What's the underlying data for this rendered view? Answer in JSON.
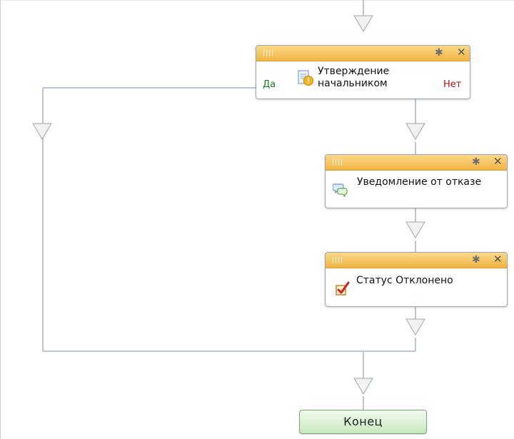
{
  "blocks": {
    "approval": {
      "title_line1": "Утверждение",
      "title_line2": "начальником",
      "yes_label": "Да",
      "no_label": "Нет",
      "icon": "document-warning-icon"
    },
    "notification": {
      "title": "Уведомление от отказе",
      "icon": "chat-bubbles-icon"
    },
    "status": {
      "title": "Статус Отклонено",
      "icon": "checkbox-icon"
    },
    "end": {
      "label": "Конец"
    }
  },
  "header_icons": {
    "settings": "gear-icon",
    "close": "close-icon"
  },
  "colors": {
    "header": "#f2b342",
    "connector": "#b9c6d6",
    "yes": "#1f7a1f",
    "no": "#a01414",
    "end_fill": "#c7e7bd"
  }
}
